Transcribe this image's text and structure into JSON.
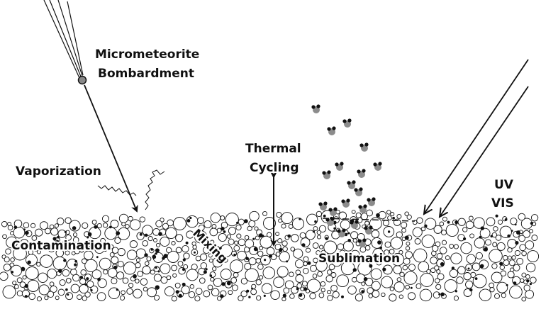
{
  "labels": {
    "micrometeorite_line1": "Micrometeorite",
    "micrometeorite_line2": "Bombardment",
    "vaporization": "Vaporization",
    "contamination": "Contamination",
    "mixing": "Mixing",
    "thermal_line1": "Thermal",
    "thermal_line2": "Cycling",
    "sublimation": "Sublimation",
    "uv": "UV",
    "vis": "VIS"
  },
  "colors": {
    "ink": "#111111",
    "grain_fill": "#ffffff",
    "molecule_gray": "#8c8c8c",
    "micrometeorite": "#888888",
    "background": "#ffffff"
  }
}
